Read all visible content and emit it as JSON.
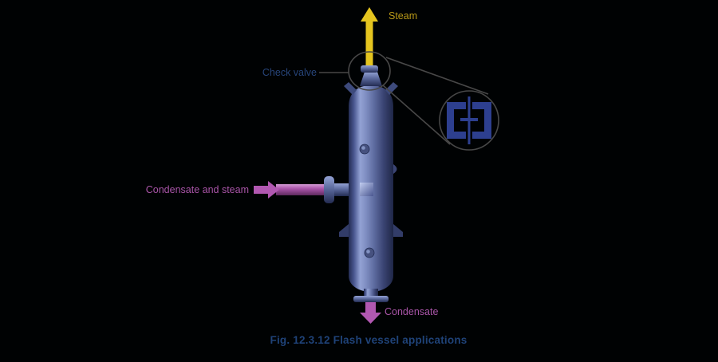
{
  "figure": {
    "caption": "Fig. 12.3.12 Flash vessel applications"
  },
  "labels": {
    "steam": "Steam",
    "check_valve": "Check valve",
    "inlet": "Condensate and steam",
    "outlet": "Condensate"
  },
  "colors": {
    "background": "#000203",
    "steam_arrow": "#e5c51f",
    "steam_label": "#b99a18",
    "condensate": "#b158b1",
    "condensate_label": "#a855a8",
    "vessel_blue": "#5c6a9e",
    "detail_navy": "#2d3f8f",
    "annotation_line": "#484848",
    "label_navy": "#27457a",
    "caption_navy": "#1f4379"
  }
}
